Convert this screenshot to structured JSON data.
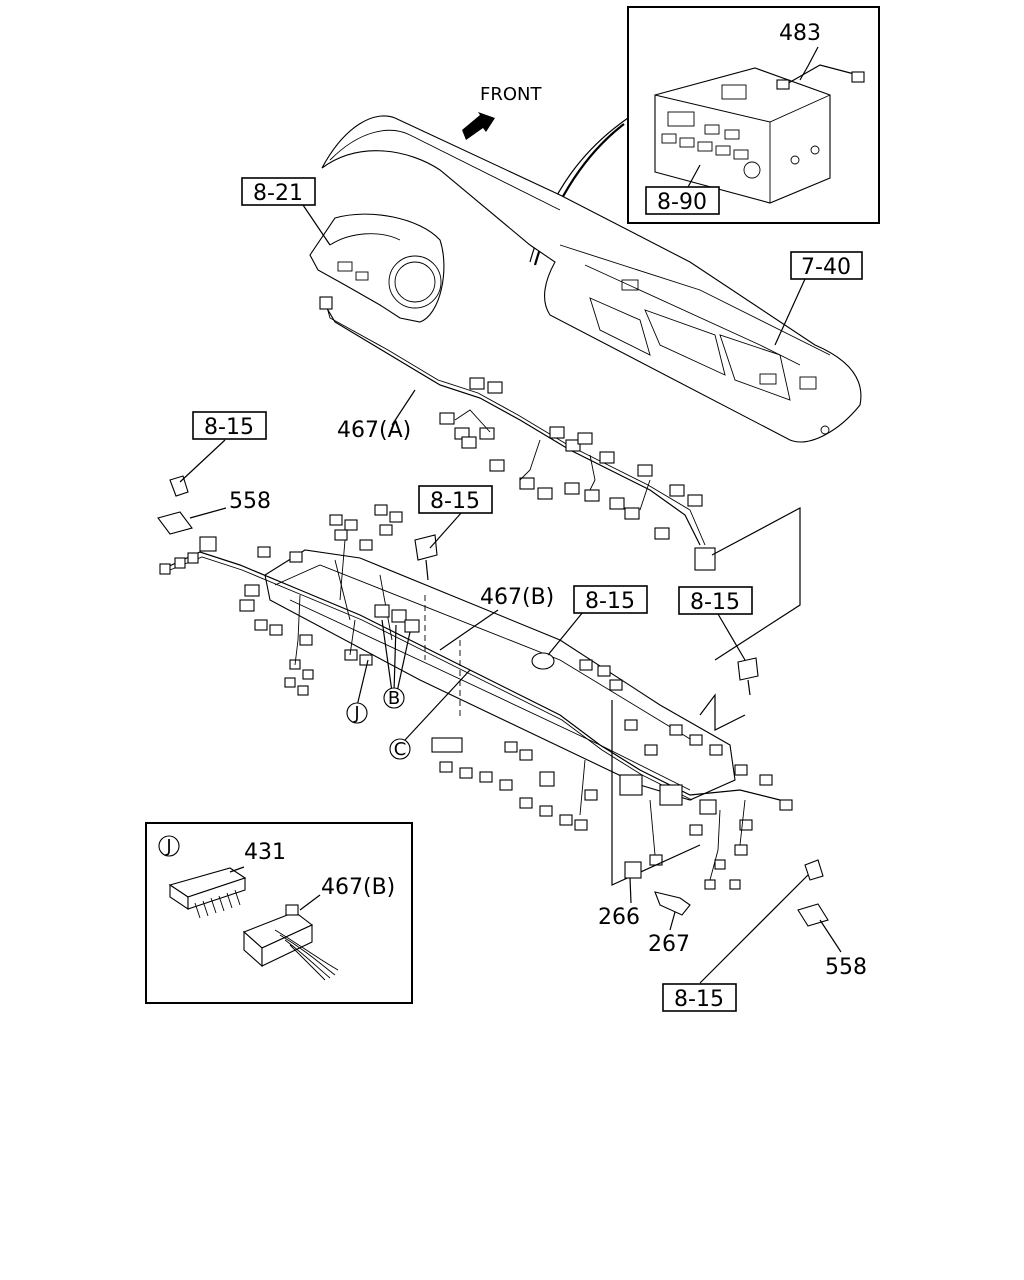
{
  "front_label": "FRONT",
  "ref_boxes": {
    "r821": "8-21",
    "r890": "8-90",
    "r740": "7-40",
    "r815_left": "8-15",
    "r815_bolt": "8-15",
    "r815_mid": "8-15",
    "r815_right": "8-15",
    "r815_bottom": "8-15"
  },
  "part_labels": {
    "p483": "483",
    "p467a": "467(A)",
    "p467b": "467(B)",
    "p558_left": "558",
    "p558_right": "558",
    "p266": "266",
    "p267": "267",
    "p431": "431",
    "p467b_inset": "467(B)"
  },
  "callouts": {
    "j_main": "J",
    "b_main": "B",
    "c_main": "C",
    "j_inset": "J"
  }
}
